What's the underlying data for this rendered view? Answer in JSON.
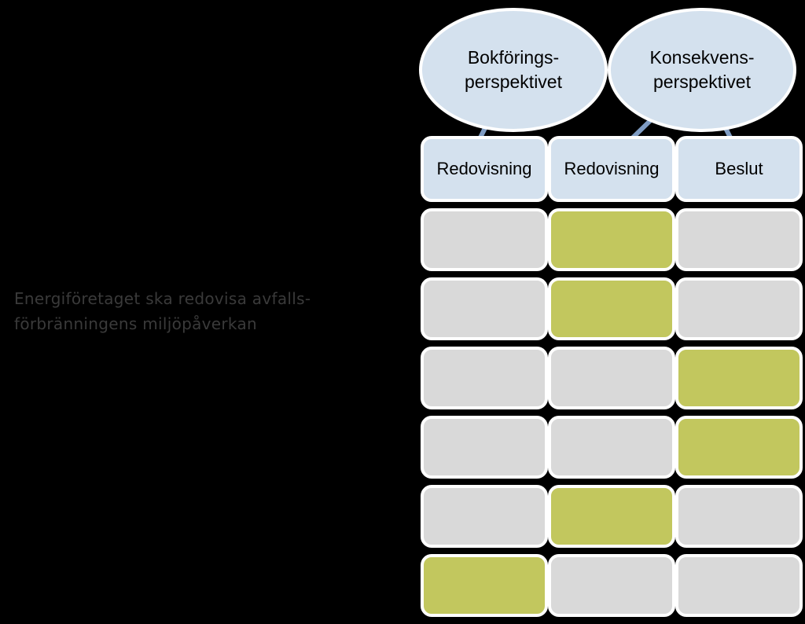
{
  "caption": {
    "line1": "Energiföretaget ska redovisa avfalls-",
    "line2": "förbränningens miljöpåverkan"
  },
  "perspectives": [
    {
      "line1": "Bokförings-",
      "line2": "perspektivet"
    },
    {
      "line1": "Konsekvens-",
      "line2": "perspektivet"
    }
  ],
  "columns": [
    "Redovisning",
    "Redovisning",
    "Beslut"
  ],
  "rows": [
    {
      "highlighted_column": 1
    },
    {
      "highlighted_column": 1
    },
    {
      "highlighted_column": 2
    },
    {
      "highlighted_column": 2
    },
    {
      "highlighted_column": 1
    },
    {
      "highlighted_column": 0
    }
  ],
  "colors": {
    "background": "#000000",
    "header_fill": "#d4e1ee",
    "cell_gray": "#d9d9d9",
    "cell_highlight": "#c2c75e",
    "connector": "#7f9cc3",
    "caption_text": "#3a3a3a"
  }
}
